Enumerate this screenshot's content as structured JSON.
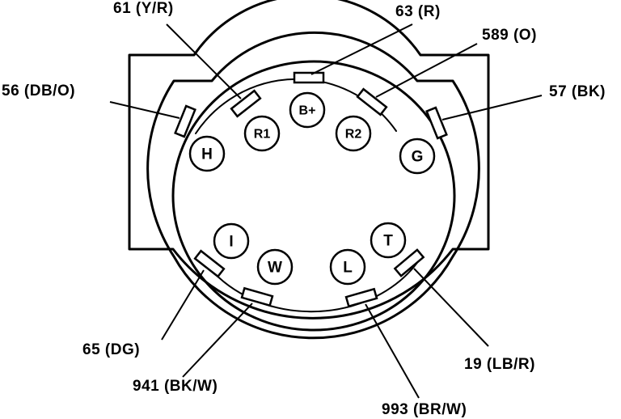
{
  "connector": {
    "pins": {
      "h": "H",
      "r1": "R1",
      "b_plus": "B+",
      "r2": "R2",
      "g": "G",
      "i": "I",
      "w": "W",
      "l": "L",
      "t": "T"
    }
  },
  "wires": {
    "w61": "61 (Y/R)",
    "w63": "63 (R)",
    "w589": "589 (O)",
    "w56": "56 (DB/O)",
    "w57": "57 (BK)",
    "w65": "65 (DG)",
    "w941": "941 (BK/W)",
    "w993": "993 (BR/W)",
    "w19": "19 (LB/R)"
  }
}
